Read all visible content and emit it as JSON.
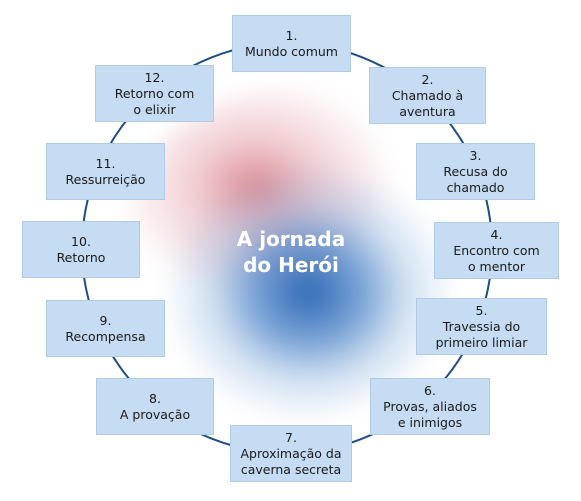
{
  "center": {
    "line1": "A jornada",
    "line2": "do Herói"
  },
  "steps": [
    {
      "number": "1.",
      "line1": "Mundo comum",
      "line2": ""
    },
    {
      "number": "2.",
      "line1": "Chamado à",
      "line2": "aventura"
    },
    {
      "number": "3.",
      "line1": "Recusa do",
      "line2": "chamado"
    },
    {
      "number": "4.",
      "line1": "Encontro com",
      "line2": "o mentor"
    },
    {
      "number": "5.",
      "line1": "Travessia do",
      "line2": "primeiro limiar"
    },
    {
      "number": "6.",
      "line1": "Provas, aliados",
      "line2": "e inimigos"
    },
    {
      "number": "7.",
      "line1": "Aproximação da",
      "line2": "caverna secreta"
    },
    {
      "number": "8.",
      "line1": "A provação",
      "line2": ""
    },
    {
      "number": "9.",
      "line1": "Recompensa",
      "line2": ""
    },
    {
      "number": "10.",
      "line1": "Retorno",
      "line2": ""
    },
    {
      "number": "11.",
      "line1": "Ressurreição",
      "line2": ""
    },
    {
      "number": "12.",
      "line1": "Retorno com",
      "line2": "o elixir"
    }
  ],
  "colors": {
    "box_fill": "#c5dcf2",
    "ring": "#1e4f82",
    "glow_blue": "#2260b0",
    "glow_red": "#d66e78"
  }
}
